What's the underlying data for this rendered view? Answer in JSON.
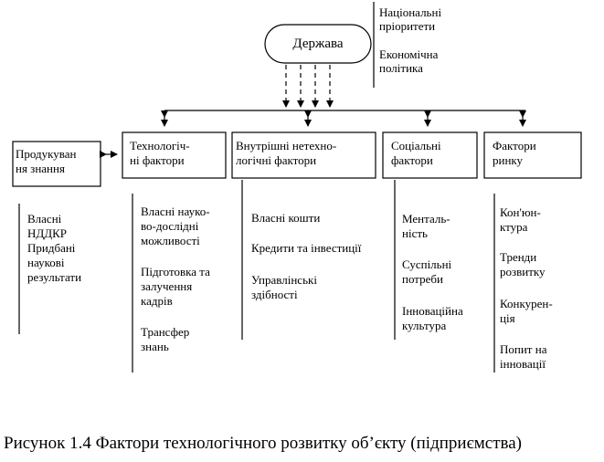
{
  "state": {
    "label": "Держава",
    "side_notes": [
      "Національні\nпріоритети",
      "Економічна\nполітика"
    ]
  },
  "knowledge": {
    "title": "Продукуван\nня знання",
    "items": [
      "Власні\nНДДКР\nПридбані\nнаукові\nрезультати"
    ]
  },
  "factors": [
    {
      "title": "Технологіч-\nні фактори",
      "items": [
        "Власні науко-\nво-дослідні\nможливості",
        "Підготовка та\nзалучення\nкадрів",
        "Трансфер\nзнань"
      ]
    },
    {
      "title": "Внутрішні нетехно-\nлогічні фактори",
      "items": [
        "Власні кошти",
        "Кредити та інвестиції",
        "Управлінські\nздібності"
      ]
    },
    {
      "title": "Соціальні\nфактори",
      "items": [
        "Менталь-\nність",
        "Суспільні\nпотреби",
        "Інноваційна\nкультура"
      ]
    },
    {
      "title": "Фактори\nринку",
      "items": [
        "Кон'юн-\nктура",
        "Тренди\nрозвитку",
        "Конкурен-\nція",
        "Попит на\nінновації"
      ]
    }
  ],
  "caption": "Рисунок 1.4 Фактори технологічного розвитку об’єкту (підприємства)"
}
